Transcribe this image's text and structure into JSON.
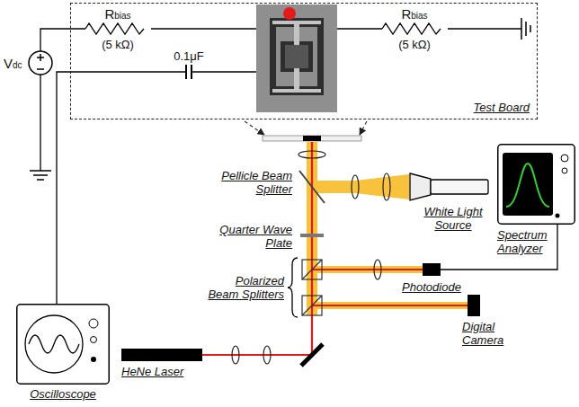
{
  "diagram": {
    "nodes": [
      {
        "text": [
          "Test Board"
        ]
      },
      {
        "text": [
          "White Light Source"
        ]
      },
      {
        "text": [
          "Spectrum Analyzer"
        ]
      },
      {
        "text": [
          "Photodiode"
        ]
      },
      {
        "text": [
          "Digital Camera"
        ]
      },
      {
        "text": [
          "Oscilloscope"
        ]
      },
      {
        "text": [
          "HeNe Laser"
        ]
      }
    ],
    "edges": [
      {
        "from": 0,
        "to": 5,
        "arrow": "none"
      },
      {
        "from": 3,
        "to": 2,
        "arrow": "none"
      }
    ],
    "labels": [
      "Vdc",
      "Rbias",
      "(5 kΩ)",
      "0.1μF",
      "Rbias",
      "(5 kΩ)",
      "Pellicle Beam Splitter",
      "Quarter Wave Plate",
      "Polarized Beam Splitters"
    ]
  }
}
